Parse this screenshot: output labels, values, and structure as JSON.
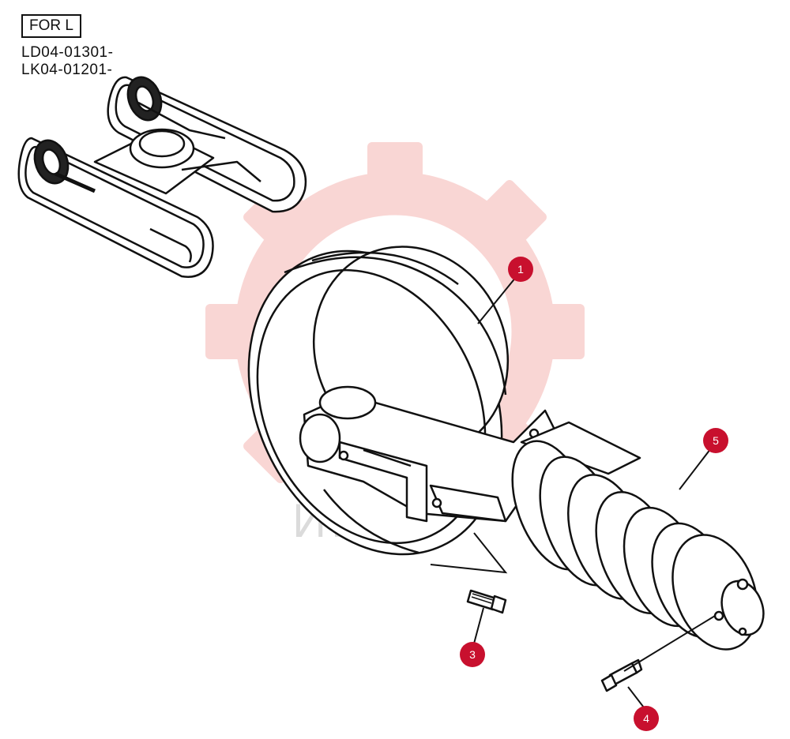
{
  "header": {
    "variant_label": "FOR L",
    "serials": [
      "LD04-01301-",
      "LK04-01201-"
    ]
  },
  "callouts": [
    {
      "number": "1",
      "part": "idler-assembly"
    },
    {
      "number": "3",
      "part": "bolt"
    },
    {
      "number": "4",
      "part": "grease-fitting-bolt"
    },
    {
      "number": "5",
      "part": "recoil-spring-bellows"
    }
  ],
  "watermark": {
    "text": "ИНТ",
    "color": "#e8473f"
  },
  "colors": {
    "line": "#111111",
    "callout": "#c8102e"
  }
}
